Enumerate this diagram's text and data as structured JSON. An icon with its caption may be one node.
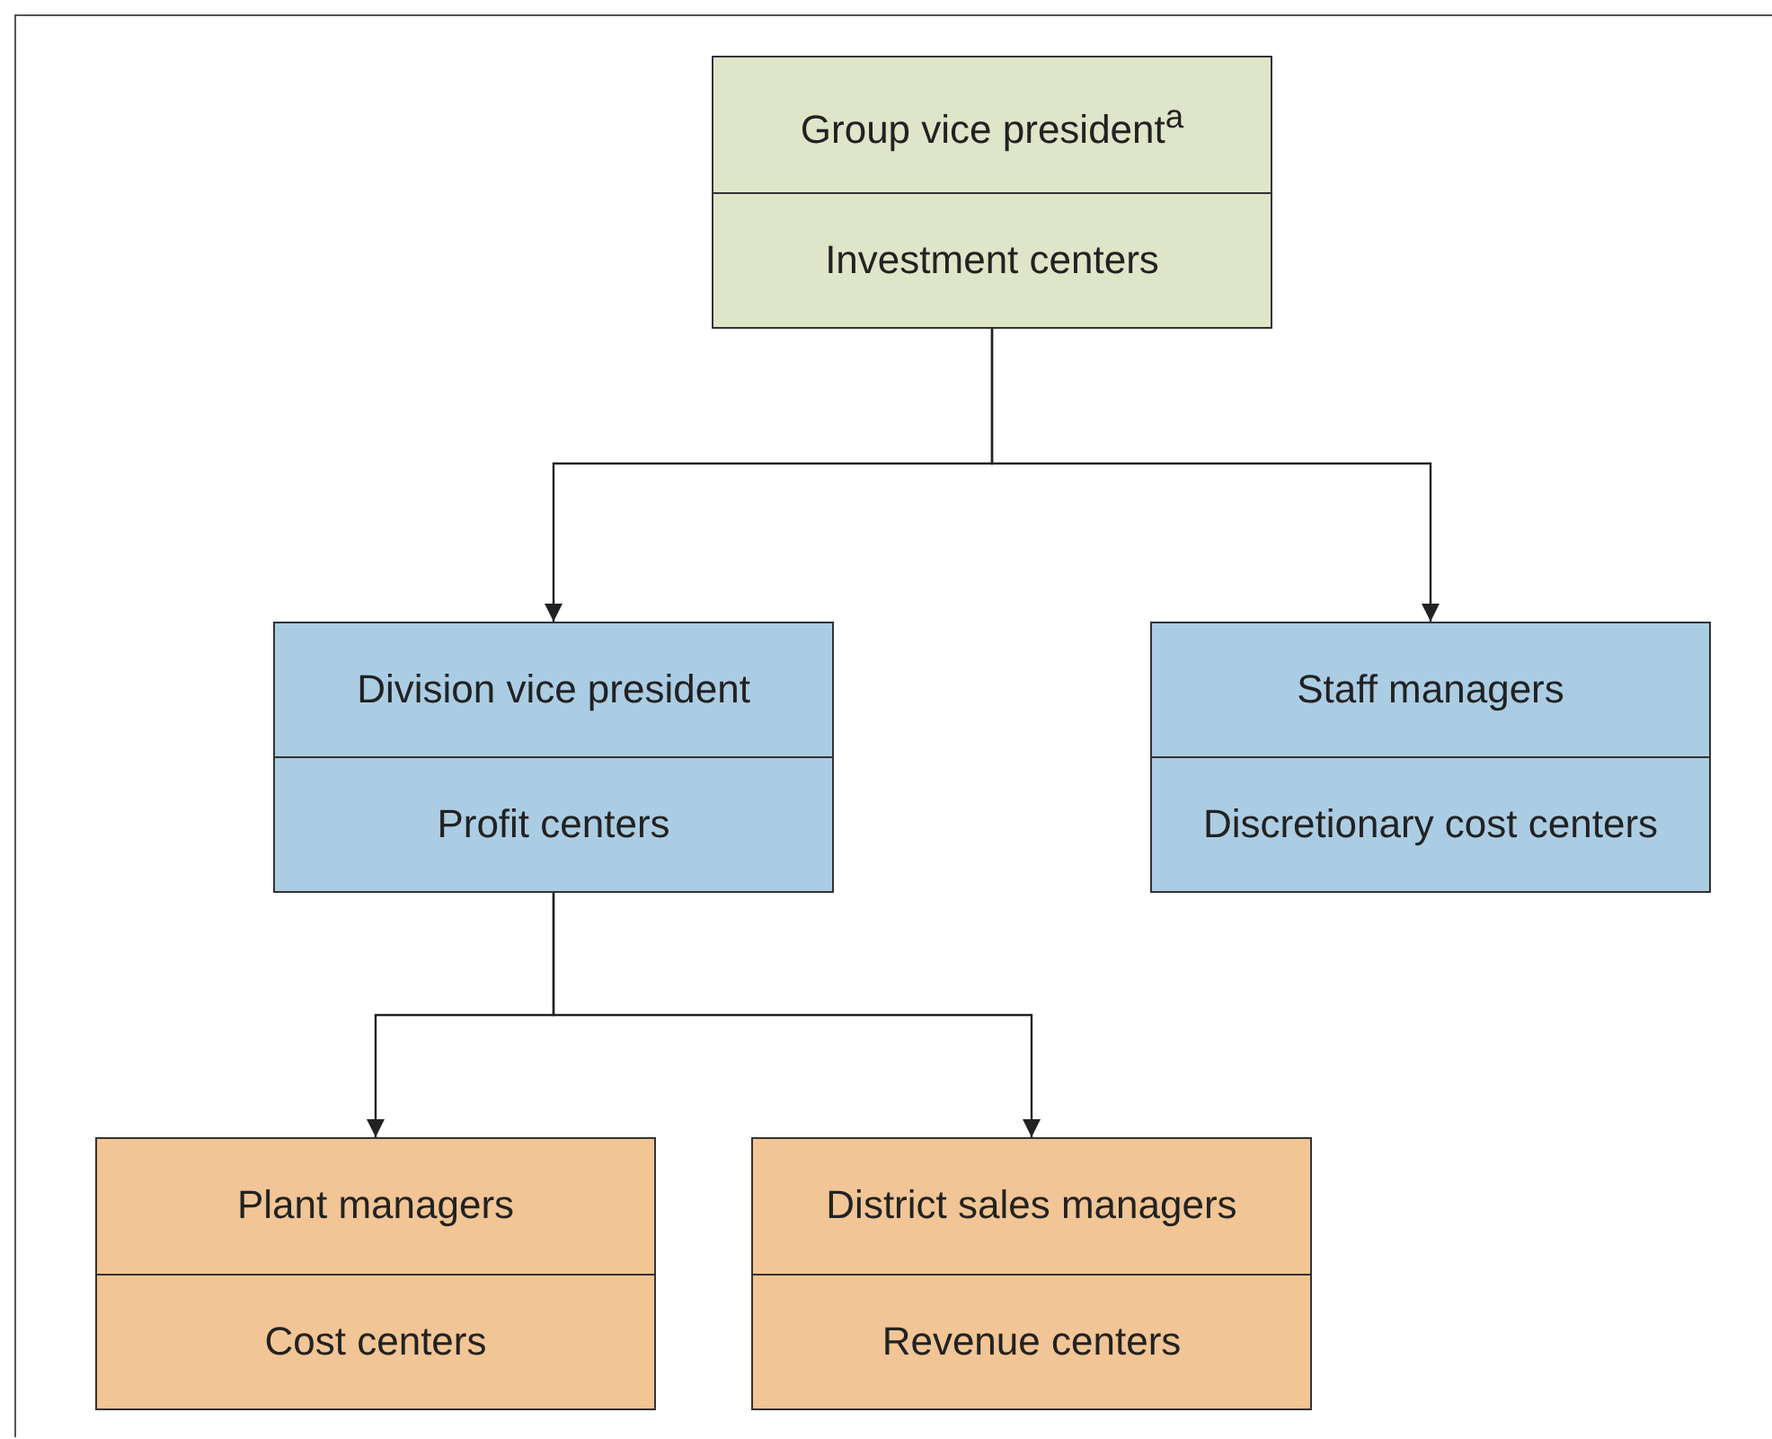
{
  "diagram": {
    "nodes": [
      {
        "text": [
          "Group vice president$^{a}$",
          "Investment centers"
        ]
      },
      {
        "text": [
          "Division vice president",
          "Profit centers"
        ]
      },
      {
        "text": [
          "Staff managers",
          "Discretionary cost centers"
        ]
      },
      {
        "text": [
          "Plant managers",
          "Cost centers"
        ]
      },
      {
        "text": [
          "District sales managers",
          "Revenue centers"
        ]
      }
    ],
    "edges": [
      {
        "from": 0,
        "to": 1,
        "arrow": "to"
      },
      {
        "from": 0,
        "to": 2,
        "arrow": "to"
      },
      {
        "from": 1,
        "to": 3,
        "arrow": "to"
      },
      {
        "from": 1,
        "to": 4,
        "arrow": "to"
      }
    ]
  }
}
